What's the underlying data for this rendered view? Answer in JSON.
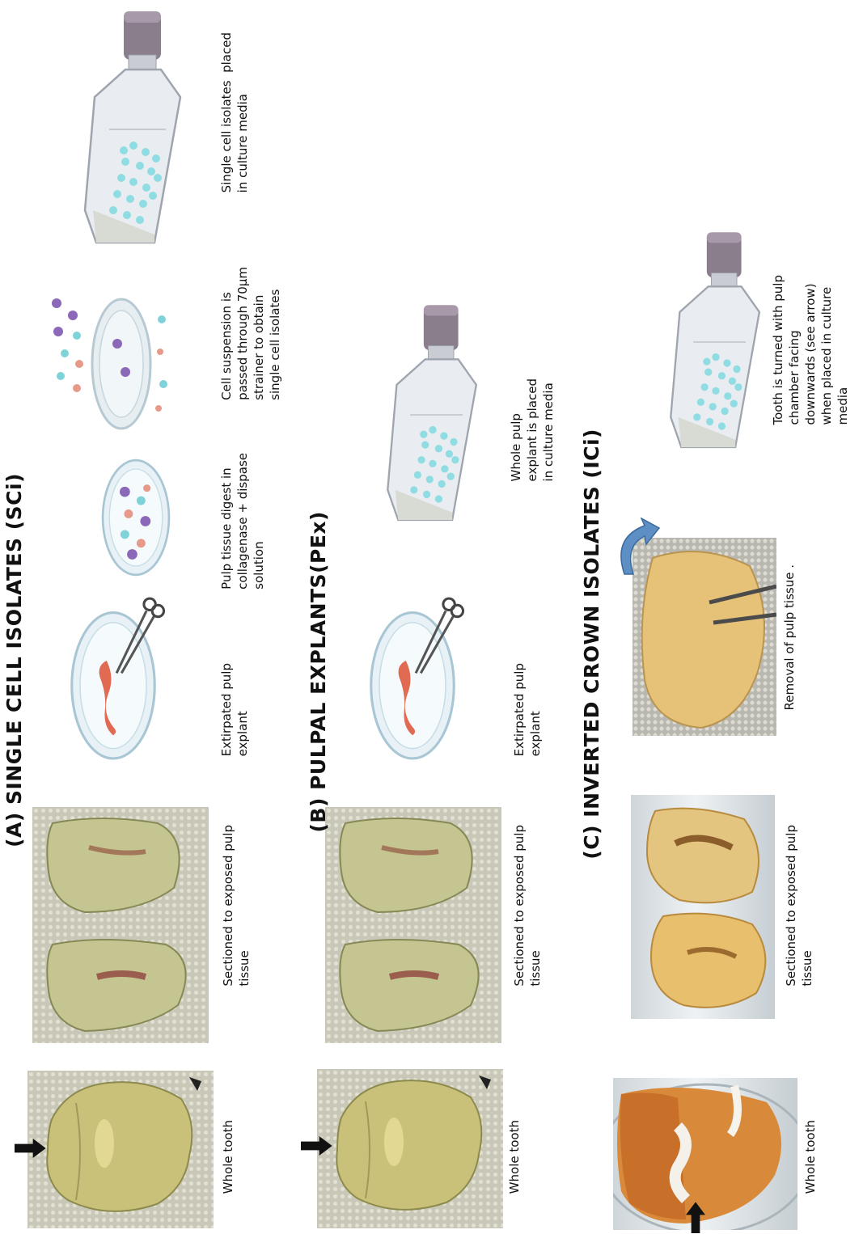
{
  "sections": {
    "a": {
      "heading": "(A) SINGLE CELL ISOLATES (SCi)",
      "captions": {
        "whole_tooth": "Whole tooth",
        "sectioned": "Sectioned to exposed pulp\ntissue",
        "extirpated": "Extirpated pulp\nexplant",
        "digest": "Pulp tissue digest in\ncollagenase + dispase\nsolution",
        "strainer": "Cell suspension is\npassed through 70µm\nstrainer to obtain\nsingle cell isolates",
        "culture": "Single cell isolates  placed\nin culture media"
      }
    },
    "b": {
      "heading": "(B) PULPAL EXPLANTS(PEx)",
      "captions": {
        "whole_tooth": "Whole tooth",
        "sectioned": "Sectioned to exposed pulp\ntissue",
        "extirpated": "Extirpated pulp\nexplant",
        "culture": "Whole pulp\nexplant is placed\nin culture media"
      }
    },
    "c": {
      "heading": "(C) INVERTED CROWN ISOLATES (ICi)",
      "captions": {
        "whole_tooth": "Whole tooth",
        "sectioned": "Sectioned to exposed pulp\ntissue",
        "removal": "Removal of pulp tissue .",
        "culture": "Tooth is turned with pulp\nchamber facing\ndownwards (see arrow)\nwhen placed in culture\nmedia"
      }
    }
  },
  "colors": {
    "tooth_yellow": "#c9c07a",
    "tooth_orange": "#d9893a",
    "tooth_cream": "#e4c580",
    "pulp": "#e06a52",
    "cell_cyan": "#7fd3d8",
    "cell_purple": "#8b68b8",
    "cell_pink": "#e79a8a",
    "flask_cap": "#8a7d8c",
    "arrow_blue": "#5d8fc4"
  }
}
